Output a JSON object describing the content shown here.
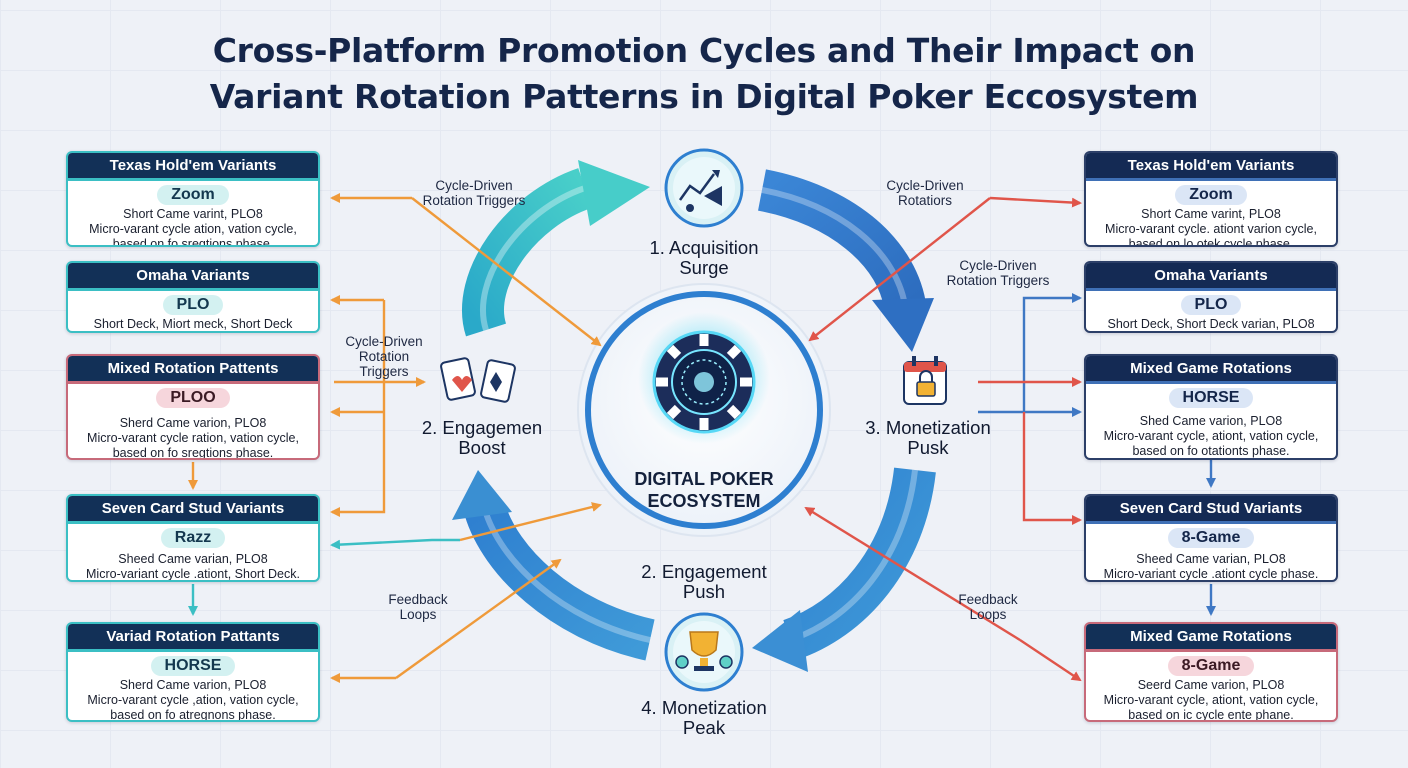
{
  "title": {
    "line1": "Cross-Platform Promotion Cycles and Their Impact on",
    "line2": "Variant Rotation Patterns in Digital Poker Eccosystem"
  },
  "center": {
    "line1": "DIGITAL POKER",
    "line2": "ECOSYSTEM",
    "icon": "poker-chip-icon"
  },
  "stages": [
    {
      "line1": "1. Acquisition",
      "line2": "Surge",
      "icon": "megaphone-growth-icon"
    },
    {
      "line1": "2. Engagemen",
      "line2": "Boost",
      "icon": "playing-cards-icon"
    },
    {
      "line1": "3. Monetization",
      "line2": "Pusk",
      "icon": "calendar-lock-icon"
    },
    {
      "line1": "2. Engagement",
      "line2": "Push"
    },
    {
      "line1": "4. Monetization",
      "line2": "Peak",
      "icon": "trophy-coins-icon"
    }
  ],
  "labels": {
    "left_top": [
      "Cycle-Driven",
      "Rotation Triggers"
    ],
    "left_mid": [
      "Cycle-Driven",
      "Rotation",
      "Triggers"
    ],
    "left_bottom": [
      "Feedback",
      "Loops"
    ],
    "right_top": [
      "Cycle-Driven",
      "Rotatiors"
    ],
    "right_mid": [
      "Cycle-Driven",
      "Rotation Triggers"
    ],
    "right_bottom": [
      "Feedback",
      "Loops"
    ]
  },
  "left_cards": [
    {
      "title": "Texas Hold'em Variants",
      "tag": "Zoom",
      "lines": [
        "Short Came varint, PLO8",
        "Micro-varant cycle ation, vation cycle,",
        "based on fo sregtions phase."
      ],
      "style": "teal"
    },
    {
      "title": "Omaha Variants",
      "tag": "PLO",
      "lines": [
        "Short Deck, Miort meck, Short Deck"
      ],
      "style": "teal"
    },
    {
      "title": "Mixed Rotation Pattents",
      "tag": "PLOO",
      "lines": [
        "Sherd Came varion, PLO8",
        "Micro-varant cycle ration, vation cycle,",
        "based on fo sregtions phase."
      ],
      "style": "red"
    },
    {
      "title": "Seven Card Stud Variants",
      "tag": "Razz",
      "lines": [
        "Sheed Came varian, PLO8",
        "Micro-variant cycle .ationt, Short Deck."
      ],
      "style": "teal"
    },
    {
      "title": "Variad Rotation Pattants",
      "tag": "HORSE",
      "lines": [
        "Sherd Came varion, PLO8",
        "Micro-varant cycle ,ation, vation cycle,",
        "based on fo atregnons phase."
      ],
      "style": "teal"
    }
  ],
  "right_cards": [
    {
      "title": "Texas Hold'em Variants",
      "tag": "Zoom",
      "lines": [
        "Short Came varint, PLO8",
        "Micro-varant cycle. ationt varion cycle,",
        "based on lo otek cycle phase."
      ],
      "style": "navy"
    },
    {
      "title": "Omaha Variants",
      "tag": "PLO",
      "lines": [
        "Short Deck, Short Deck varian, PLO8"
      ],
      "style": "navy"
    },
    {
      "title": "Mixed Game Rotations",
      "tag": "HORSE",
      "lines": [
        "Shed Came varion, PLO8",
        "Micro-varant cycle, ationt, vation cycle,",
        "based on fo otationts phase."
      ],
      "style": "navy"
    },
    {
      "title": "Seven Card Stud Variants",
      "tag": "8-Game",
      "lines": [
        "Sheed Came varian, PLO8",
        "Micro-variant cycle .ationt cycle phase."
      ],
      "style": "navy"
    },
    {
      "title": "Mixed Game Rotations",
      "tag": "8-Game",
      "lines": [
        "Seerd Came varion, PLO8",
        "Micro-varant cycle, ationt, vation cycle,",
        "based on ic cycle ente phane."
      ],
      "style": "red"
    }
  ],
  "colors": {
    "teal": "#3bbfc4",
    "blue": "#2f7fd0",
    "orange": "#ef9a3a",
    "red": "#e0554a",
    "navy": "#142a54"
  }
}
